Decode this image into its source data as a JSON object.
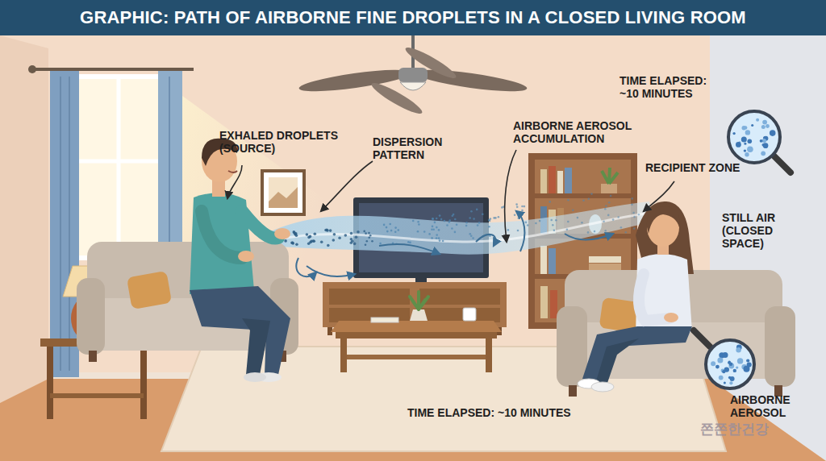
{
  "diagram": {
    "title": "GRAPHIC: PATH OF AIRBORNE FINE DROPLETS IN A CLOSED LIVING ROOM",
    "labels": [
      "EXHALED DROPLETS (SOURCE)",
      "DISPERSION PATTERN",
      "AIRBORNE AEROSOL ACCUMULATION",
      "TIME ELAPSED: ~10 MINUTES",
      "RECIPIENT ZONE",
      "STILL AIR (CLOSED SPACE)",
      "AIRBORNE AEROSOL",
      "TIME ELAPSED: ~10 MINUTES",
      "쫀쫀한건강"
    ]
  }
}
